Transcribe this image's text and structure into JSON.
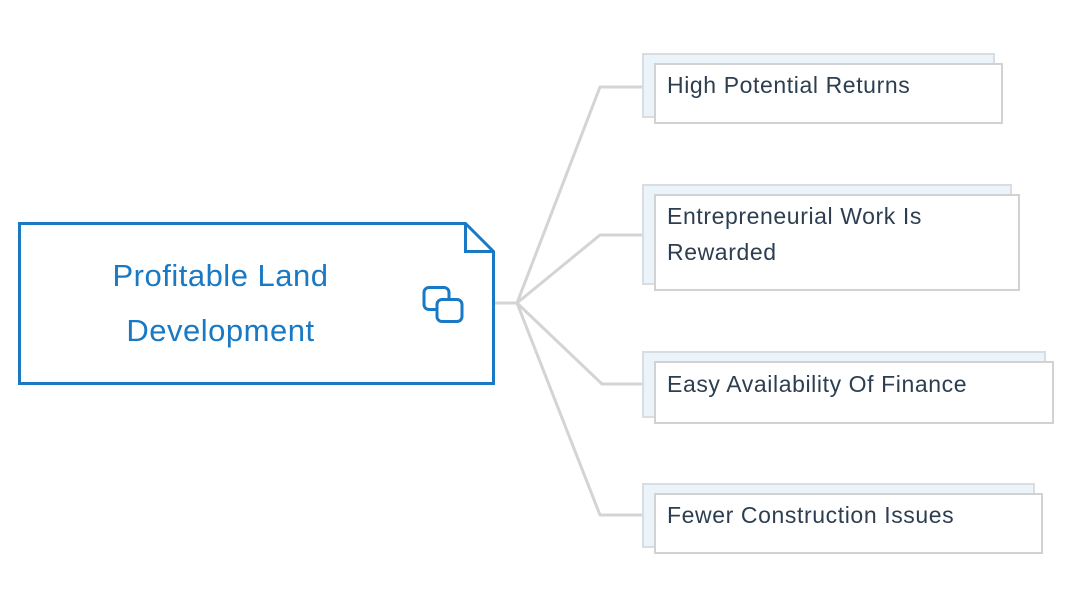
{
  "root": {
    "label": "Profitable Land Development",
    "icon": "link-icon"
  },
  "branches": [
    {
      "label": "High Potential Returns"
    },
    {
      "label": "Entrepreneurial Work Is Rewarded"
    },
    {
      "label": "Easy Availability Of Finance"
    },
    {
      "label": "Fewer Construction Issues"
    }
  ],
  "colors": {
    "accent_blue": "#1979c4",
    "branch_fill": "#ebf4fb",
    "branch_border": "#d9dde1",
    "stacked_shadow_border": "#d2d2d2",
    "connector_gray": "#d4d4d4",
    "text_dark": "#2c3e50",
    "background": "#ffffff"
  }
}
